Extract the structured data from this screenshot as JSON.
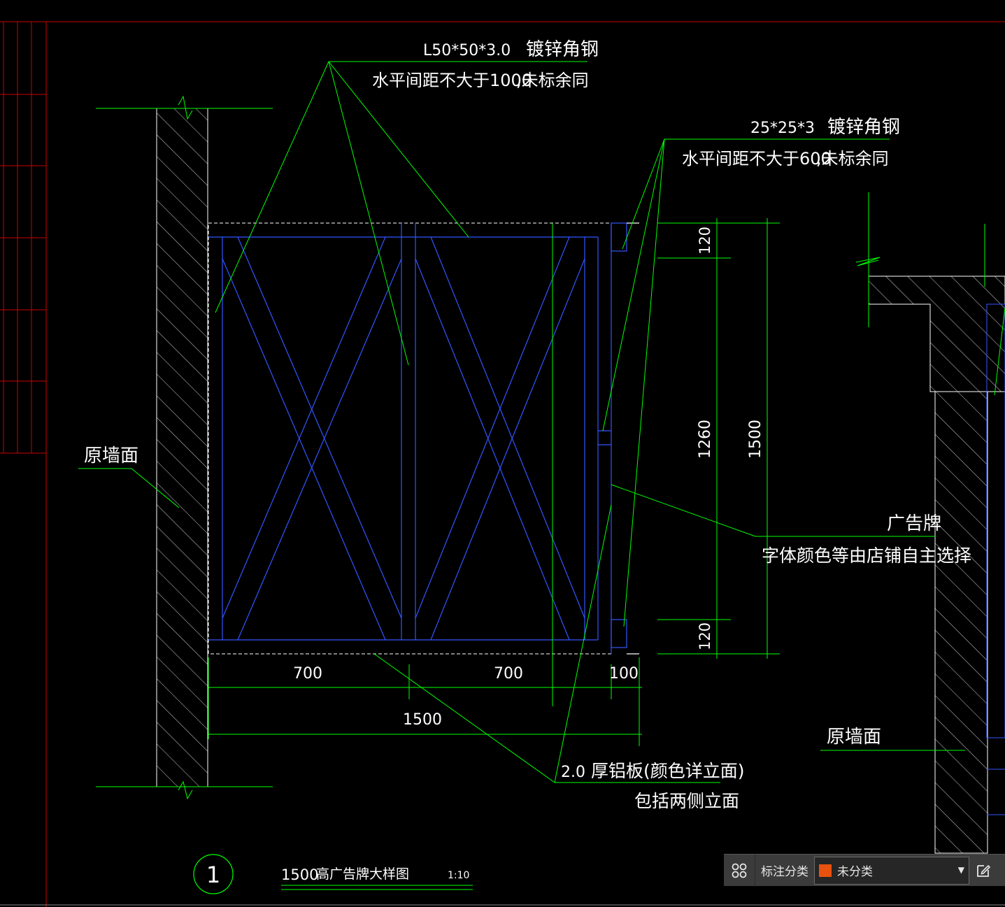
{
  "colors": {
    "background": "#000000",
    "leader": "#00ff00",
    "frame": "#3355ff",
    "text": "#ffffff",
    "border": "#cc0000",
    "hatch": "#ffffff",
    "swatch": "#e8520e"
  },
  "callouts": {
    "big_angle_spec": "L50*50*3.0",
    "big_angle_name": "镀锌角钢",
    "big_angle_note_a": "水平间距不大于1000",
    "big_angle_note_b": ",未标余同",
    "small_angle_spec": "25*25*3",
    "small_angle_name": "镀锌角钢",
    "small_angle_note_a": "水平间距不大于600",
    "small_angle_note_b": ",未标余同",
    "wall_left": "原墙面",
    "wall_right": "原墙面",
    "sign_title": "广告牌",
    "sign_note": "字体颜色等由店铺自主选择",
    "panel_a": "2.0",
    "panel_b": "厚铝板(颜色详立面)",
    "panel_c": "包括两侧立面"
  },
  "dimensions": {
    "top": "120",
    "middle": "1260",
    "bottom": "120",
    "overall_height": "1500",
    "bay_left": "700",
    "bay_right": "700",
    "edge": "100",
    "overall_width": "1500"
  },
  "title_block": {
    "number": "1",
    "title_prefix": "1500",
    "title": "高广告牌大样图",
    "scale": "1:10"
  },
  "toolbar": {
    "group_icon": "grid-icon",
    "label": "标注分类",
    "selected": "未分类",
    "edit_icon": "edit-icon"
  }
}
